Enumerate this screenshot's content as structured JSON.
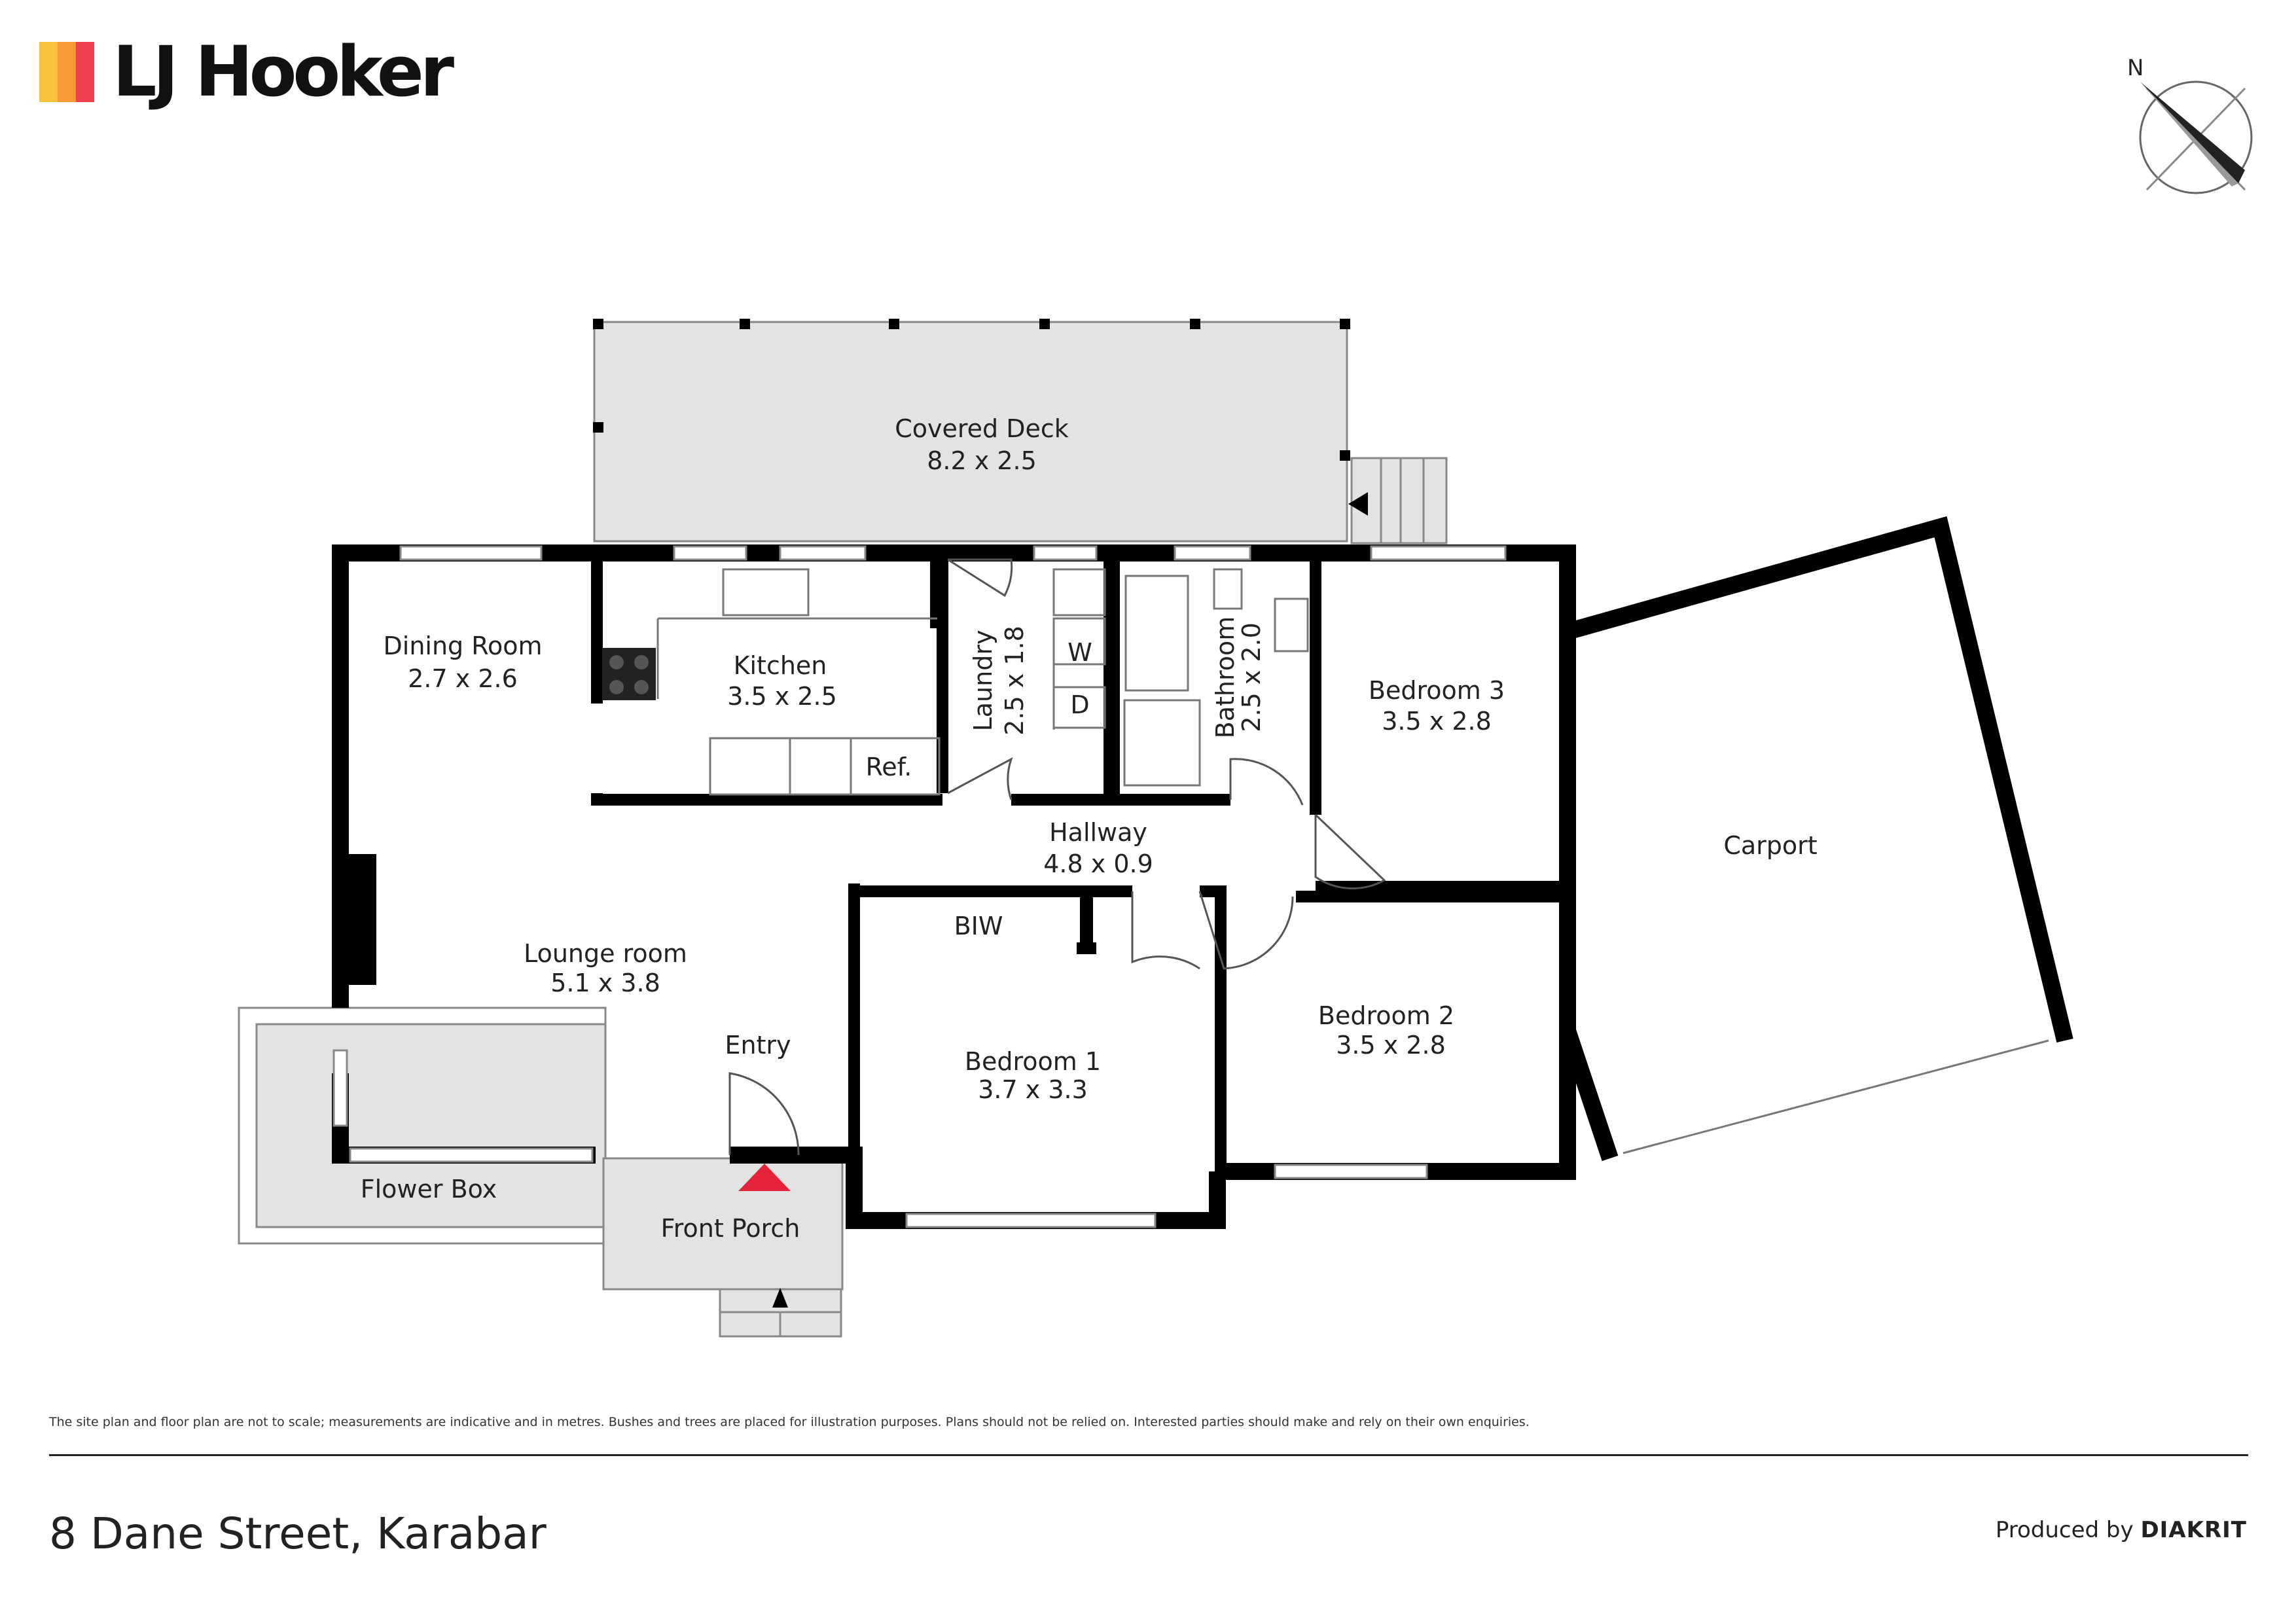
{
  "brand": {
    "name": "LJ Hooker",
    "bar_colors": [
      "#F9C23C",
      "#F79A33",
      "#EF4150"
    ]
  },
  "compass": {
    "north_label": "N"
  },
  "rooms": {
    "covered_deck": {
      "name": "Covered Deck",
      "size": "8.2 x 2.5"
    },
    "dining_room": {
      "name": "Dining Room",
      "size": "2.7 x 2.6"
    },
    "kitchen": {
      "name": "Kitchen",
      "size": "3.5 x 2.5"
    },
    "laundry": {
      "name": "Laundry",
      "size": "2.5 x 1.8"
    },
    "bathroom": {
      "name": "Bathroom",
      "size": "2.5 x 2.0"
    },
    "bedroom_3": {
      "name": "Bedroom 3",
      "size": "3.5 x 2.8"
    },
    "carport": {
      "name": "Carport"
    },
    "hallway": {
      "name": "Hallway",
      "size": "4.8 x 0.9"
    },
    "lounge_room": {
      "name": "Lounge room",
      "size": "5.1 x 3.8"
    },
    "biw": {
      "name": "BIW"
    },
    "bedroom_1": {
      "name": "Bedroom 1",
      "size": "3.7 x 3.3"
    },
    "bedroom_2": {
      "name": "Bedroom 2",
      "size": "3.5 x 2.8"
    },
    "entry": {
      "name": "Entry"
    },
    "flower_box": {
      "name": "Flower Box"
    },
    "front_porch": {
      "name": "Front Porch"
    }
  },
  "fixtures": {
    "washer": "W",
    "dryer": "D",
    "fridge": "Ref."
  },
  "colors": {
    "wall": "#000000",
    "deck_fill": "#e3e3e3",
    "entry_marker": "#e5243b"
  },
  "footer": {
    "disclaimer": "The site plan and floor plan are not to scale; measurements are indicative and in metres. Bushes and trees are placed for illustration purposes. Plans should not be relied on. Interested parties should make and rely on their own enquiries.",
    "address": "8 Dane Street, Karabar",
    "produced_by_prefix": "Produced by",
    "produced_by_brand": "DIAKRIT"
  }
}
